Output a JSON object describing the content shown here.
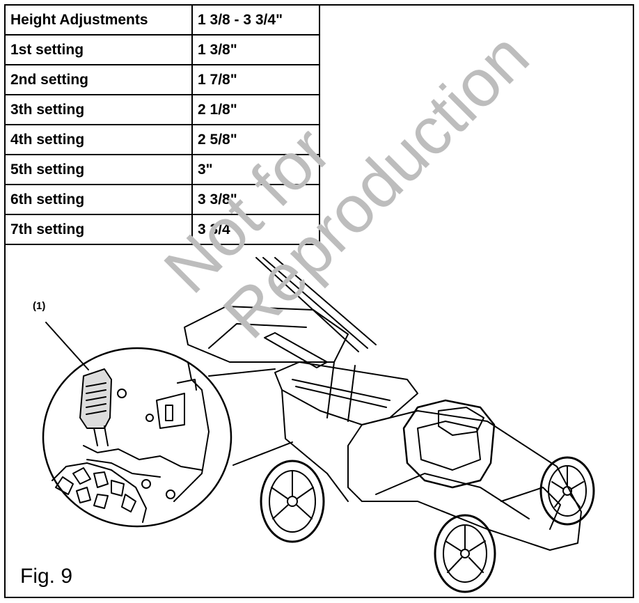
{
  "table": {
    "header": {
      "label": "Height Adjustments",
      "value": "1 3/8 - 3 3/4\""
    },
    "rows": [
      {
        "label": "1st setting",
        "value": "1 3/8\""
      },
      {
        "label": "2nd setting",
        "value": "1 7/8\""
      },
      {
        "label": "3th setting",
        "value": "2 1/8\""
      },
      {
        "label": "4th setting",
        "value": "2 5/8\""
      },
      {
        "label": "5th setting",
        "value": "3\""
      },
      {
        "label": "6th setting",
        "value": "3 3/8\""
      },
      {
        "label": "7th setting",
        "value": "3 3/4\""
      }
    ]
  },
  "watermark": {
    "line1": "Not for",
    "line2": "Reproduction"
  },
  "figure": {
    "callout": "(1)",
    "label": "Fig. 9"
  }
}
